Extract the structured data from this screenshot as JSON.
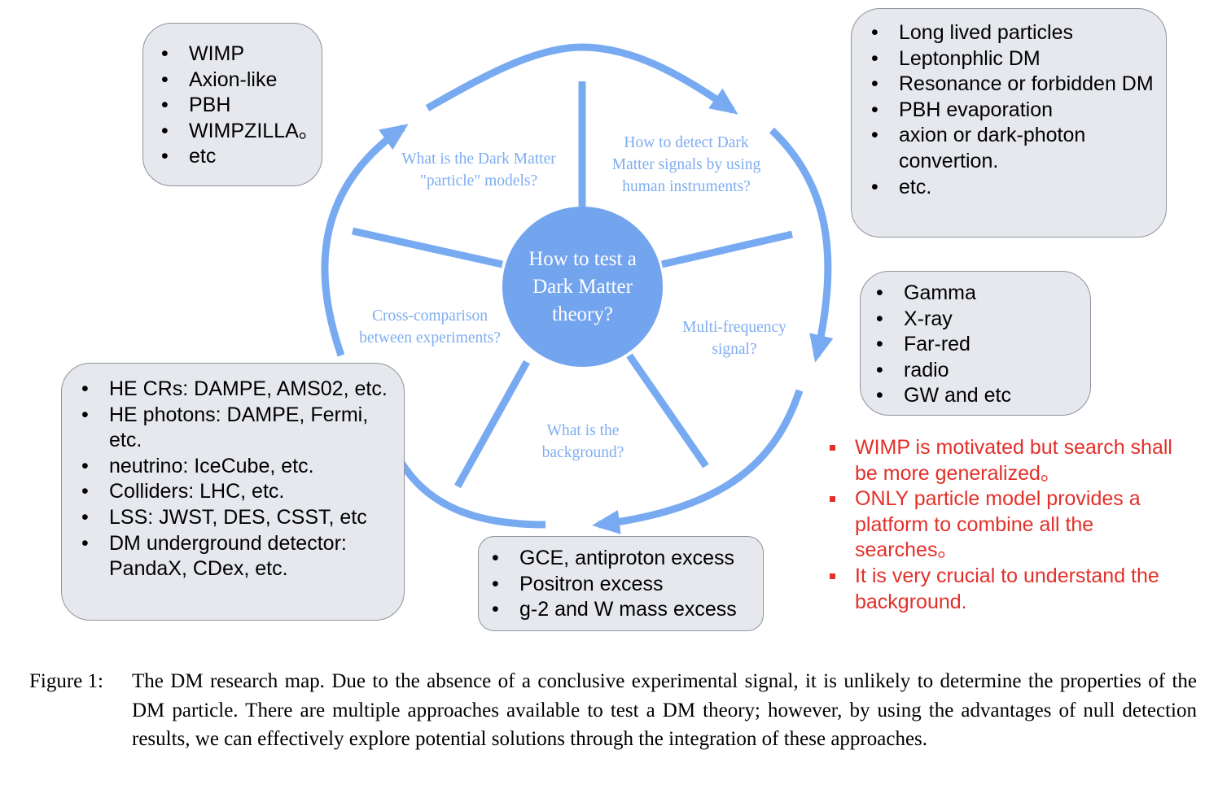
{
  "center_text": "How to test a Dark Matter theory?",
  "questions": {
    "models": "What is the Dark Matter \"particle\" models?",
    "detect": "How to detect Dark Matter signals by using human instruments?",
    "multifreq": "Multi-frequency signal?",
    "background": "What is the background?",
    "cross": "Cross-comparison between experiments?"
  },
  "boxes": {
    "models": [
      "WIMP",
      "Axion-like",
      "PBH",
      "WIMPZILLA。",
      "etc"
    ],
    "candidates": [
      "Long lived particles",
      "Leptonphlic DM",
      "Resonance or forbidden DM",
      "PBH evaporation",
      "axion or dark-photon convertion.",
      "etc."
    ],
    "signals": [
      "Gamma",
      "X-ray",
      "Far-red",
      "radio",
      "GW and etc"
    ],
    "experiments": [
      "HE CRs: DAMPE, AMS02, etc.",
      "HE photons: DAMPE, Fermi, etc.",
      "neutrino: IceCube, etc.",
      "Colliders: LHC, etc.",
      "LSS: JWST, DES, CSST, etc",
      "DM underground detector: PandaX, CDex, etc."
    ],
    "excesses": [
      "GCE, antiproton excess",
      "Positron excess",
      "g-2 and W mass excess"
    ]
  },
  "notes": [
    "WIMP is motivated but search shall be more generalized。",
    "ONLY particle model provides a platform to combine all the searches。",
    "It is very crucial to understand the background."
  ],
  "caption": {
    "label": "Figure 1:",
    "text": "The DM research map. Due to the absence of a conclusive experimental signal, it is unlikely to determine the properties of the DM particle. There are multiple approaches available to test a DM theory; however, by using the advantages of null detection results, we can effectively explore potential solutions through the integration of these approaches."
  },
  "colors": {
    "accent": "#73a4ee",
    "arrow": "#78aaf2",
    "box_fill": "#e6e8ee",
    "box_border": "#8f949c",
    "note_red": "#e2302a"
  }
}
